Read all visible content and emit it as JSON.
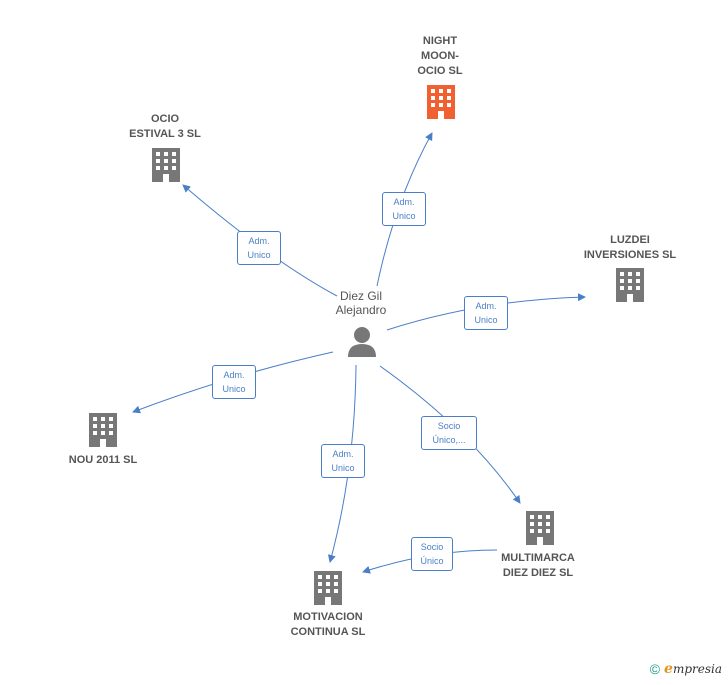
{
  "center": {
    "lines": [
      "Diez Gil",
      "Alejandro"
    ]
  },
  "companies": [
    {
      "id": "night-moon",
      "lines": [
        "NIGHT",
        "MOON-",
        "OCIO SL"
      ],
      "color": "#f06030"
    },
    {
      "id": "ocio-estival",
      "lines": [
        "OCIO",
        "ESTIVAL 3 SL"
      ],
      "color": "#777777"
    },
    {
      "id": "luzdei",
      "lines": [
        "LUZDEI",
        "INVERSIONES SL"
      ],
      "color": "#777777"
    },
    {
      "id": "nou-2011",
      "lines": [
        "NOU 2011 SL"
      ],
      "color": "#777777"
    },
    {
      "id": "multimarca",
      "lines": [
        "MULTIMARCA",
        "DIEZ DIEZ SL"
      ],
      "color": "#777777"
    },
    {
      "id": "motivacion",
      "lines": [
        "MOTIVACION",
        "CONTINUA SL"
      ],
      "color": "#777777"
    }
  ],
  "edges": [
    {
      "id": "e-night",
      "lines": [
        "Adm.",
        "Unico"
      ]
    },
    {
      "id": "e-ocio",
      "lines": [
        "Adm.",
        "Unico"
      ]
    },
    {
      "id": "e-luzdei",
      "lines": [
        "Adm.",
        "Unico"
      ]
    },
    {
      "id": "e-nou",
      "lines": [
        "Adm.",
        "Unico"
      ]
    },
    {
      "id": "e-multi",
      "lines": [
        "Socio",
        "Único,..."
      ]
    },
    {
      "id": "e-motiv",
      "lines": [
        "Adm.",
        "Unico"
      ]
    },
    {
      "id": "e-multi-motiv",
      "lines": [
        "Socio",
        "Único"
      ]
    }
  ],
  "colors": {
    "edge": "#4a7fc8",
    "company": "#777777",
    "highlight": "#f06030",
    "person": "#777777"
  },
  "footer": {
    "copyright": "©",
    "brand_initial": "e",
    "brand_rest": "mpresia"
  }
}
